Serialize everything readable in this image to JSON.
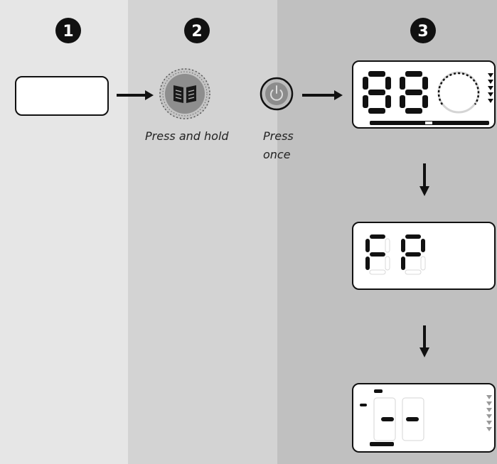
{
  "steps": [
    {
      "number": "1"
    },
    {
      "number": "2",
      "captions": [
        {
          "text": "Press and hold"
        },
        {
          "text": "Press"
        },
        {
          "text": "once"
        }
      ]
    },
    {
      "number": "3",
      "displays": [
        {
          "digits": "88"
        },
        {
          "digits": "FP"
        },
        {
          "digits": "- -"
        }
      ]
    }
  ],
  "icons": {
    "step2_button": "menu-book-icon",
    "power_button": "power-icon",
    "arrows": "arrow-icon"
  },
  "colors": {
    "panel1": "#e6e6e6",
    "panel2": "#d3d3d3",
    "panel3": "#c0c0c0",
    "ink": "#111111",
    "lcd_bg": "#ffffff",
    "lcd_segment_off": "#d8d8d8"
  }
}
